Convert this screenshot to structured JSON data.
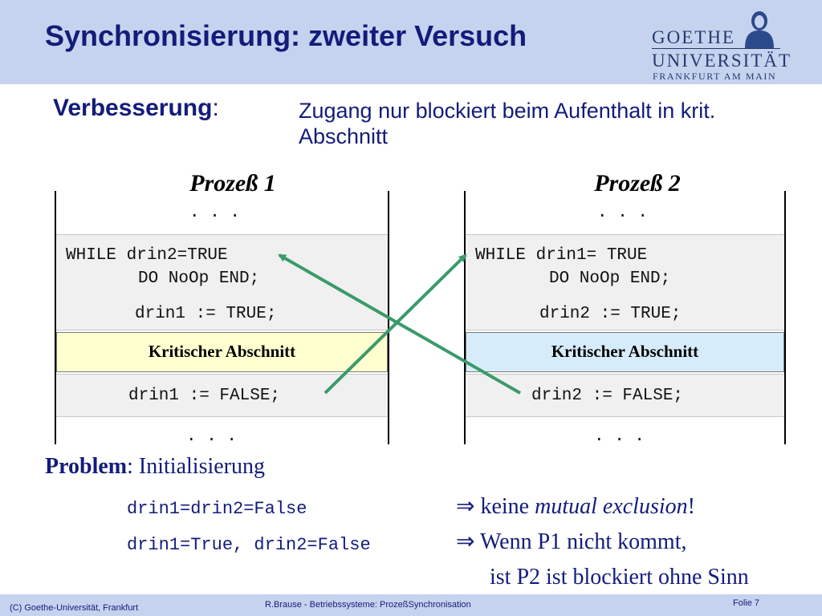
{
  "slide": {
    "title": "Synchronisierung: zweiter Versuch",
    "label": "Verbesserung",
    "label_colon": ":",
    "description": "Zugang nur blockiert beim Aufenthalt in krit. Abschnitt"
  },
  "logo": {
    "line1": "GOETHE",
    "line2": "UNIVERSITÄT",
    "line3": "FRANKFURT AM MAIN"
  },
  "process1": {
    "title": "Prozeß 1",
    "dots_top": ". . .",
    "while_line1": "WHILE drin2=TRUE",
    "while_line2": "DO NoOp END;",
    "set_true": "drin1 := TRUE;",
    "critical": "Kritischer Abschnitt",
    "set_false": "drin1 := FALSE;",
    "dots_bottom": ". . ."
  },
  "process2": {
    "title": "Prozeß 2",
    "dots_top": ". . .",
    "while_line1": "WHILE drin1= TRUE",
    "while_line2": "DO NoOp END;",
    "set_true": "drin2 := TRUE;",
    "critical": "Kritischer Abschnitt",
    "set_false": "drin2 := FALSE;",
    "dots_bottom": ". . ."
  },
  "problem": {
    "label": "Problem",
    "text": ": Initialisierung",
    "case1_code": "drin1=drin2=False",
    "case1_arrow": "⇒",
    "case1_text_a": "keine ",
    "case1_text_em": "mutual exclusion",
    "case1_text_b": "!",
    "case2_code": "drin1=True, drin2=False",
    "case2_arrow": "⇒",
    "case2_text": "Wenn P1 nicht kommt,",
    "case2_text2": "ist P2 ist blockiert ohne Sinn"
  },
  "footer": {
    "left": "(C) Goethe-Universität, Frankfurt",
    "center": "R.Brause - Betriebssysteme: ProzeßSynchronisation",
    "right": "Folie 7"
  },
  "colors": {
    "header_bg": "#c6d3ef",
    "title": "#131c7a",
    "crit1_bg": "#ffffd0",
    "crit2_bg": "#d6ecfb",
    "arrow": "#3a9a6a"
  }
}
